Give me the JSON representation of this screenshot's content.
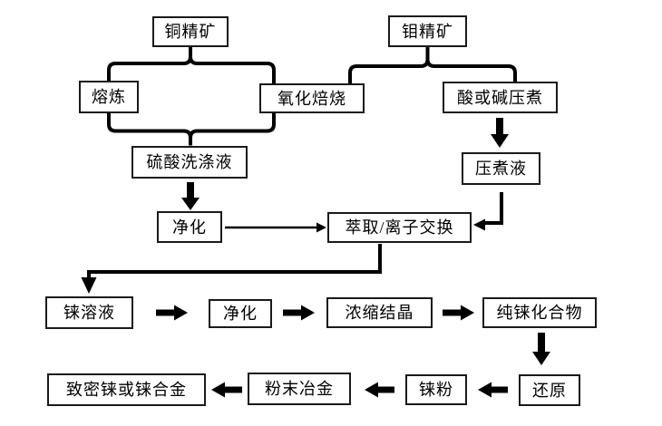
{
  "nodes": {
    "copper_concentrate": {
      "label": "铜精矿"
    },
    "moly_concentrate": {
      "label": "钼精矿"
    },
    "smelting": {
      "label": "熔炼"
    },
    "oxidation_roasting": {
      "label": "氧化焙烧"
    },
    "acid_alkali_digestion": {
      "label": "酸或碱压煮"
    },
    "sulfuric_wash_liquid": {
      "label": "硫酸洗涤液"
    },
    "digestion_liquid": {
      "label": "压煮液"
    },
    "purification_1": {
      "label": "净化"
    },
    "extraction_ion_exchange": {
      "label": "萃取/离子交换"
    },
    "rhenium_solution": {
      "label": "铼溶液"
    },
    "purification_2": {
      "label": "净化"
    },
    "concentration_crystallization": {
      "label": "浓缩结晶"
    },
    "pure_rhenium_compound": {
      "label": "纯铼化合物"
    },
    "reduction": {
      "label": "还原"
    },
    "rhenium_powder": {
      "label": "铼粉"
    },
    "powder_metallurgy": {
      "label": "粉末冶金"
    },
    "dense_rhenium_or_alloy": {
      "label": "致密铼或铼合金"
    }
  },
  "colors": {
    "line": "#000000",
    "box_border": "#1a1a1a",
    "background": "#ffffff",
    "text": "#000000"
  }
}
